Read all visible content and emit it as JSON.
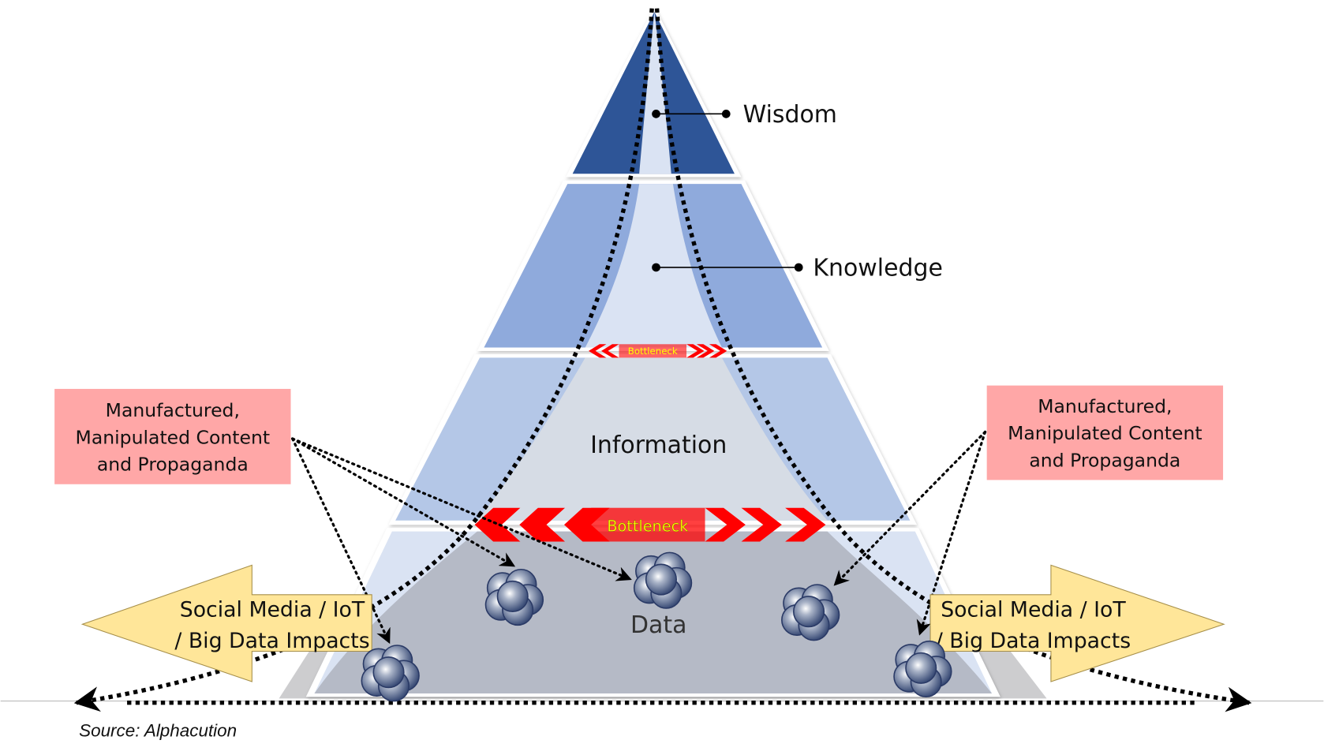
{
  "title": "DIKW Pyramid with Social Media / IoT / Big Data Impacts",
  "levels": [
    {
      "name": "Wisdom",
      "color": "#2f5597"
    },
    {
      "name": "Knowledge",
      "color": "#8faadc"
    },
    {
      "name": "Information",
      "color": "#b4c7e7"
    },
    {
      "name": "Data",
      "color": "#dae3f3"
    }
  ],
  "inner_funnel": {
    "top_color": "#dae3f3",
    "information_color": "#d6dce5",
    "data_color": "#b5bac6"
  },
  "bottlenecks": [
    {
      "label": "Bottleneck",
      "position": "knowledge-information",
      "color": "#ff0000",
      "text_color": "#ffff00"
    },
    {
      "label": "Bottleneck",
      "position": "information-data",
      "color": "#ff0000",
      "text_color": "#ffff00"
    }
  ],
  "callouts": {
    "left": {
      "text_lines": [
        "Manufactured,",
        "Manipulated Content",
        "and Propaganda"
      ],
      "fill": "#ffa7a7"
    },
    "right": {
      "text_lines": [
        "Manufactured,",
        "Manipulated Content",
        "and Propaganda"
      ],
      "fill": "#ffa7a7"
    }
  },
  "impact_arrows": {
    "left": {
      "text_lines": [
        "Social Media / IoT",
        "/ Big Data Impacts"
      ],
      "direction": "left",
      "fill": "#ffe699"
    },
    "right": {
      "text_lines": [
        "Social Media / IoT",
        "/ Big Data Impacts"
      ],
      "direction": "right",
      "fill": "#ffe699"
    }
  },
  "data_clusters_count": 5,
  "source": "Source: Alphacution"
}
